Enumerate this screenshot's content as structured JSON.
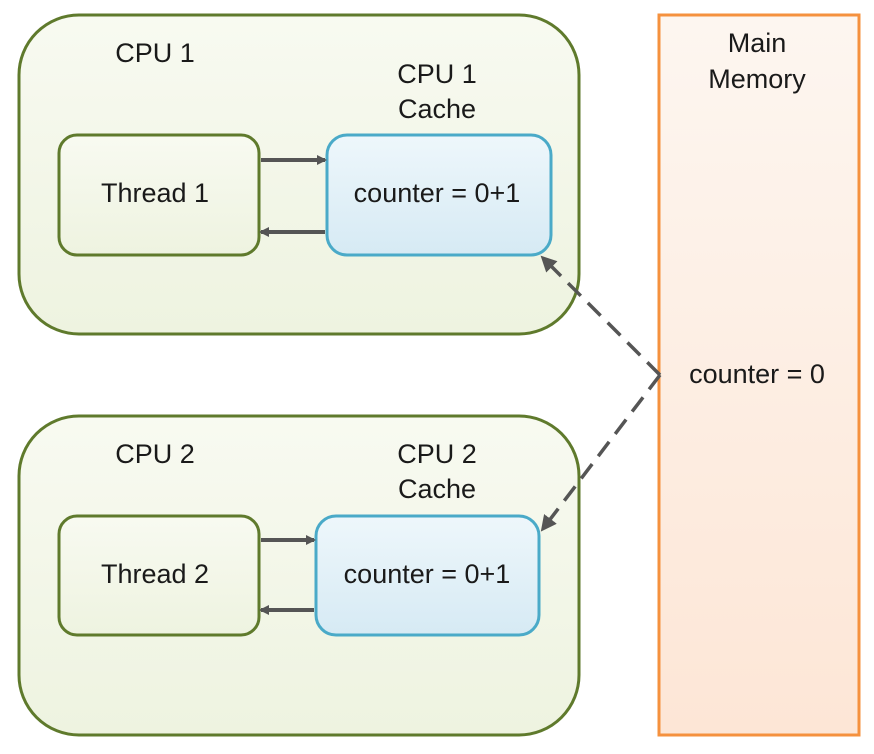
{
  "cpu1": {
    "label": "CPU 1",
    "cache_label_line1": "CPU 1",
    "cache_label_line2": "Cache",
    "thread": "Thread 1",
    "cache_value": "counter = 0+1"
  },
  "cpu2": {
    "label": "CPU 2",
    "cache_label_line1": "CPU 2",
    "cache_label_line2": "Cache",
    "thread": "Thread 2",
    "cache_value": "counter = 0+1"
  },
  "memory": {
    "label_line1": "Main",
    "label_line2": "Memory",
    "value": "counter = 0"
  },
  "colors": {
    "cpu_border": "#5f7a2c",
    "cpu_fill": "#f4f7ea",
    "cache_border": "#4aaac8",
    "cache_fill": "#e2f0f7",
    "memory_border": "#f5913e",
    "memory_fill": "#fdf0e6",
    "arrow": "#555555"
  }
}
